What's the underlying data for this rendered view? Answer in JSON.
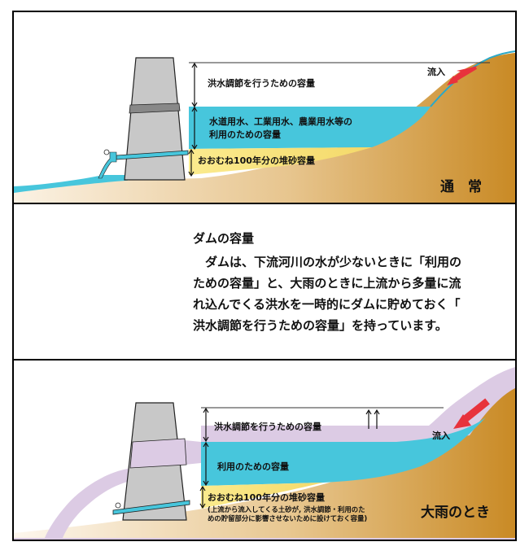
{
  "top_panel": {
    "flood_label": "洪水調節を行うための容量",
    "water_use_line1": "水道用水、工業用水、農業用水等の",
    "water_use_line2": "利用のための容量",
    "sediment_label": "おおむね100年分の堆砂容量",
    "inflow_label": "流入",
    "corner_label": "通　常"
  },
  "middle_panel": {
    "heading": "ダムの容量",
    "paragraph_lines": [
      "　ダムは、下流河川の水が少ないときに「利用の",
      "ための容量」と、大雨のときに上流から多量に流",
      "れ込んでくる洪水を一時的にダムに貯めておく「",
      "洪水調節を行うための容量」を持っています。"
    ]
  },
  "bottom_panel": {
    "flood_label": "洪水調節を行うための容量",
    "use_label": "利用のための容量",
    "sediment_label": "おおむね100年分の堆砂容量",
    "note_line1": "(上流から流入してくる土砂が, 洪水調節・利用のた",
    "note_line2": "めの貯留部分に影響させないために設けておく容量)",
    "inflow_label": "流入",
    "corner_label": "大雨のとき"
  },
  "colors": {
    "water": "#47c6dc",
    "flood_water": "#dccbe4",
    "sediment": "#f5e27a",
    "mountain": "#c98c2a",
    "dam": "#c8c8c8",
    "arrow": "#e8323c"
  }
}
